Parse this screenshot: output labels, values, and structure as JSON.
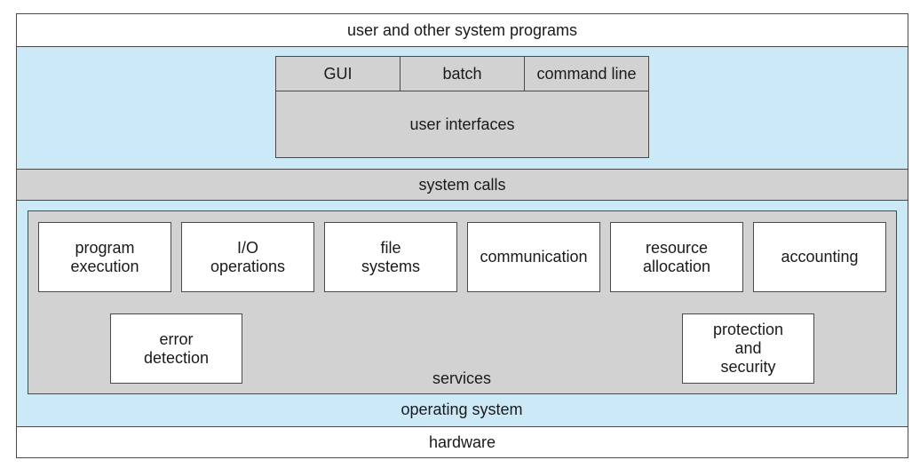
{
  "top": "user and other system programs",
  "ui": {
    "gui": "GUI",
    "batch": "batch",
    "command_line": "command line",
    "label": "user interfaces"
  },
  "system_calls": "system calls",
  "services": {
    "items": [
      "program\nexecution",
      "I/O\noperations",
      "file\nsystems",
      "communication",
      "resource\nallocation",
      "accounting"
    ],
    "error_detection": "error\ndetection",
    "protection": "protection\nand\nsecurity",
    "label": "services"
  },
  "operating_system": "operating system",
  "hardware": "hardware"
}
